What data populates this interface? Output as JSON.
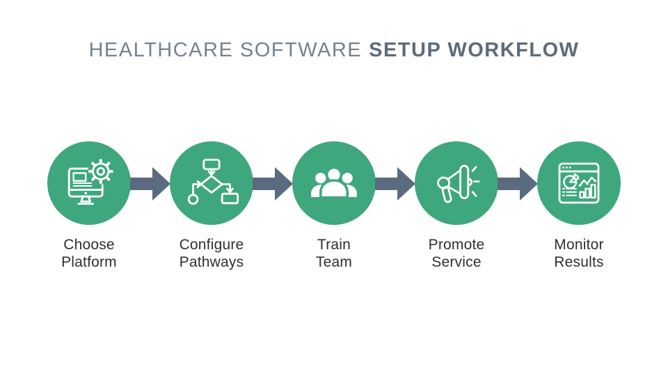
{
  "title": {
    "normal": "HEALTHCARE SOFTWARE",
    "bold": "SETUP WORKFLOW"
  },
  "steps": [
    {
      "label": "Choose\nPlatform",
      "icon": "monitor-gear-icon"
    },
    {
      "label": "Configure\nPathways",
      "icon": "flowchart-icon"
    },
    {
      "label": "Train\nTeam",
      "icon": "team-icon"
    },
    {
      "label": "Promote\nService",
      "icon": "megaphone-icon"
    },
    {
      "label": "Monitor\nResults",
      "icon": "dashboard-icon"
    }
  ],
  "connector": {
    "icon": "arrow-right-icon",
    "count": 4
  },
  "colors": {
    "background": "#FFFFFF",
    "circle_green": "#3FA77D",
    "arrow_slate": "#5B6B7F",
    "title_normal": "#75818F",
    "title_bold": "#5D6B7B",
    "label_text": "#2F2F2F",
    "icon_stroke": "#FFFFFF"
  }
}
